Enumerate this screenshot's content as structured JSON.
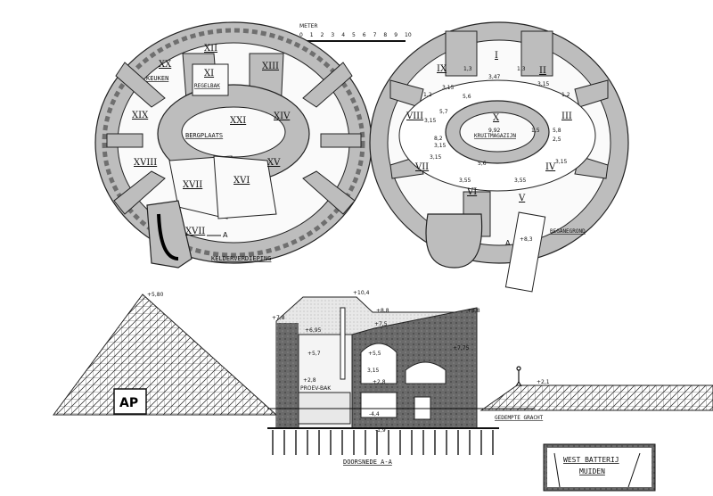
{
  "scale": {
    "label": "METER",
    "ticks": [
      "0",
      "1",
      "2",
      "3",
      "4",
      "5",
      "6",
      "7",
      "8",
      "9",
      "10"
    ]
  },
  "basement_plan": {
    "title": "KELDERVERDIEPING",
    "section_marker": "A",
    "rooms": [
      "XII",
      "XI",
      "XIII",
      "XX",
      "XIX",
      "XXI",
      "XIV",
      "XVIII",
      "XV",
      "XVII",
      "XVI",
      "XVII"
    ],
    "labels": {
      "kitchen": "KEUKEN",
      "regelbak": "REGELBAK",
      "storage": "BERGPLAATS"
    }
  },
  "ground_plan": {
    "title": "BEGANEGROND",
    "section_marker": "A",
    "rooms": [
      "I",
      "II",
      "III",
      "IV",
      "V",
      "VI",
      "VII",
      "VIII",
      "IX",
      "X"
    ],
    "magazine_label": "KRUITMAGAZIJN",
    "dimensions": [
      "1,3",
      "1,3",
      "3,47",
      "3,15",
      "3,15",
      "5,6",
      "1,2",
      "1,2",
      "5,7",
      "3,15",
      "9,92",
      "1,5",
      "5,8",
      "2,5",
      "8,2",
      "3,15",
      "3,15",
      "5,6",
      "3,55",
      "3,55",
      "3,15"
    ],
    "entrance_level": "+8,3"
  },
  "section": {
    "title": "DOORSNEDE A-A",
    "levels": [
      "+10,4",
      "+8,8",
      "+8,8",
      "+7,8",
      "+6,95",
      "+7,5",
      "+5,7",
      "+7,75",
      "+5,5",
      "3,15",
      "+2,8",
      "+2,8",
      "-4,4",
      "-1,9"
    ],
    "room_label": "PROEV-BAK",
    "dyke_level": "+5,80",
    "ground_level": "+2,1",
    "moat_label": "GEDEMPTE GRACHT"
  },
  "ap_mark": "AP",
  "cartouche": {
    "line1": "WEST BATTERIJ",
    "line2": "MUIDEN"
  }
}
